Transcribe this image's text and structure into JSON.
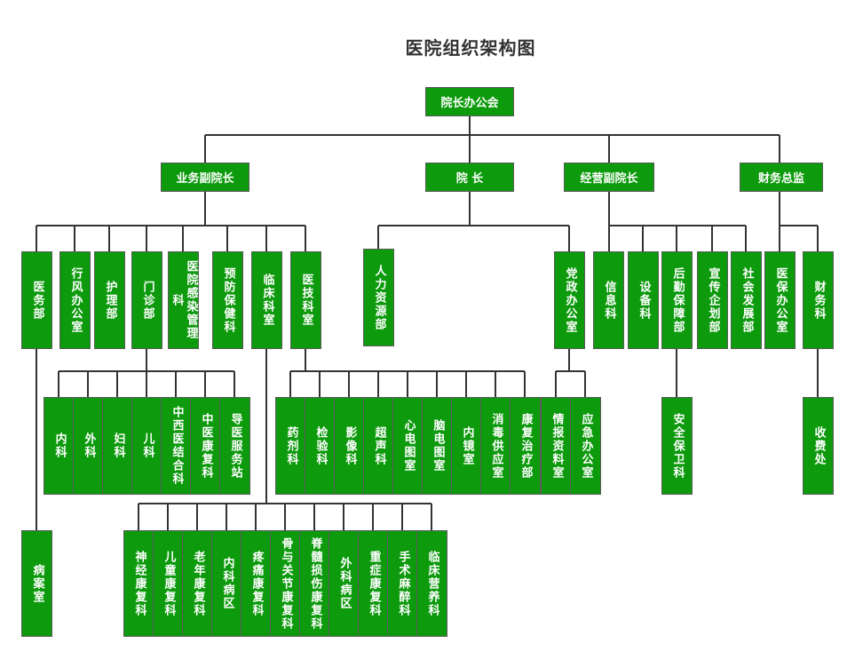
{
  "title": "医院组织架构图",
  "colors": {
    "node_fill": "#0d9a0d",
    "node_border": "#5a5a5a",
    "line": "#333333",
    "title": "#333333"
  },
  "nodes": {
    "director_office": "院长办公会",
    "vp_business": "业务副院长",
    "president": "院 长",
    "vp_operations": "经营副院长",
    "finance_director": "财务总监",
    "medical_affairs": "医务部",
    "conduct_office": "行风办公室",
    "nursing": "护理部",
    "outpatient": "门诊部",
    "infection_control": "医院感染管理科",
    "preventive_care": "预防保健科",
    "clinical_depts": "临床科室",
    "medical_tech": "医技科室",
    "human_resources": "人力资源部",
    "party_office": "党政办公室",
    "information": "信息科",
    "equipment": "设备科",
    "logistics": "后勤保障部",
    "publicity": "宣传企划部",
    "social_dev": "社会发展部",
    "insurance_office": "医保办公室",
    "finance_dept": "财务科",
    "internal_med": "内科",
    "surgery": "外科",
    "gynecology": "妇科",
    "pediatrics": "儿科",
    "integrated_med": "中西医结合科",
    "tcm_rehab": "中医康复科",
    "guide_station": "导医服务站",
    "pharmacy": "药剂科",
    "laboratory": "检验科",
    "imaging": "影像科",
    "ultrasound": "超声科",
    "ecg_room": "心电图室",
    "eeg_room": "脑电图室",
    "endoscopy": "内镜室",
    "sterile_supply": "消毒供应室",
    "rehab_therapy": "康复治疗部",
    "intel_archives": "情报资料室",
    "emergency_office": "应急办公室",
    "security": "安全保卫科",
    "billing": "收费处",
    "medical_records": "病案室",
    "neuro_rehab": "神经康复科",
    "child_rehab": "儿童康复科",
    "elderly_rehab": "老年康复科",
    "internal_ward": "内科病区",
    "pain_rehab": "疼痛康复科",
    "bone_joint_rehab": "骨与关节康复科",
    "spinal_rehab": "脊髓损伤康复科",
    "surgical_ward": "外科病区",
    "critical_rehab": "重症康复科",
    "anesthesia": "手术麻醉科",
    "clinical_nutrition": "临床营养科"
  }
}
